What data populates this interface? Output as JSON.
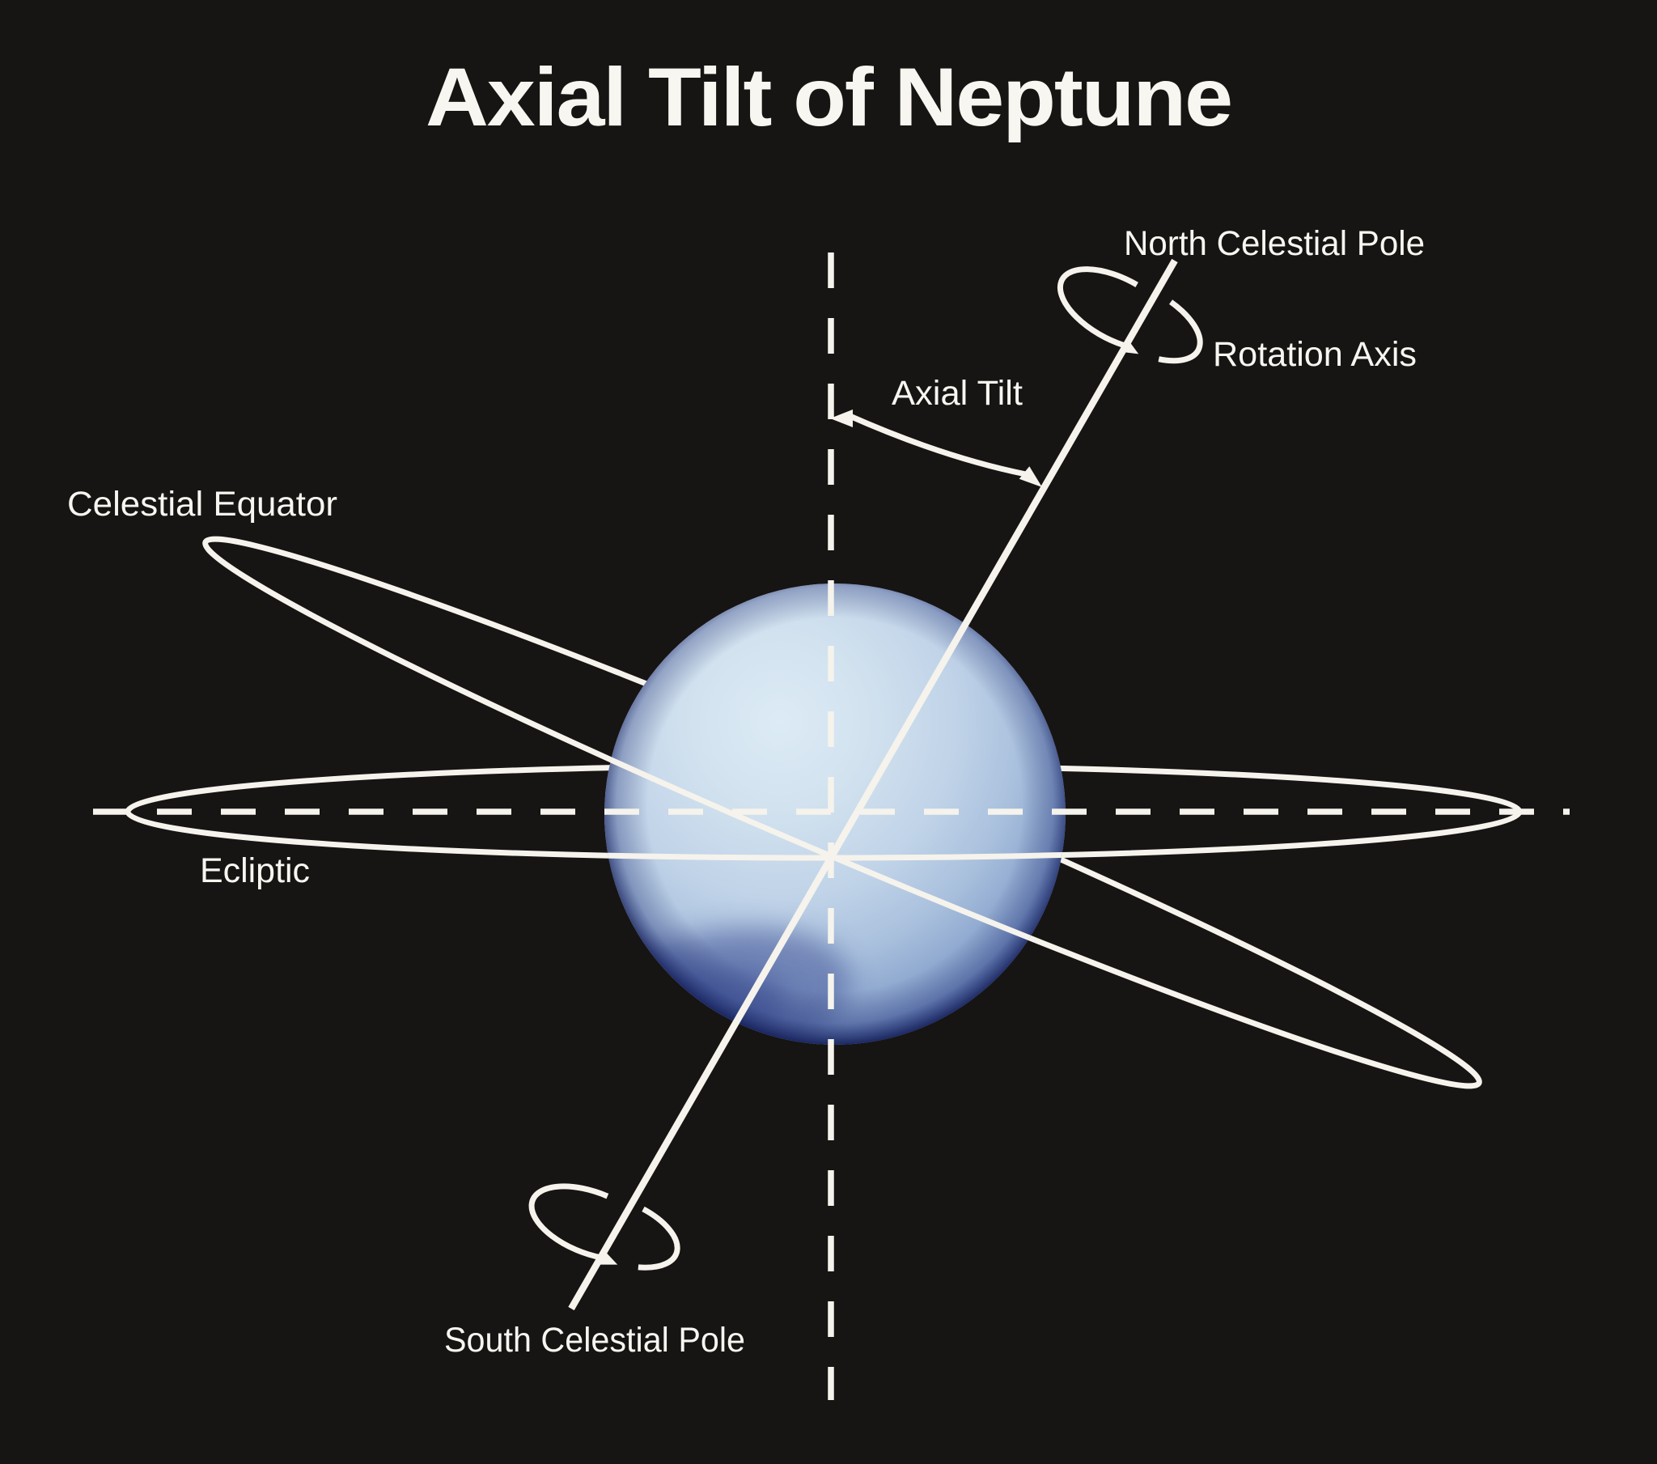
{
  "title": "Axial Tilt of Neptune",
  "diagram": {
    "labels": {
      "north_celestial_pole": "North Celestial Pole",
      "rotation_axis": "Rotation Axis",
      "axial_tilt": "Axial Tilt",
      "celestial_equator": "Celestial Equator",
      "ecliptic": "Ecliptic",
      "south_celestial_pole": "South Celestial Pole"
    },
    "elements": {
      "planet": "Neptune",
      "axial_tilt_angle_depicted_deg": 30,
      "rotation_direction": "counterclockwise"
    }
  },
  "colors": {
    "background": "#171414",
    "line": "#f5f3ec",
    "text": "#f8f6f0",
    "planet_light": "#dcebf5",
    "planet_mid": "#a9c0dd",
    "planet_dark": "#42549a",
    "planet_rim": "#1c2a6e",
    "dark_spot": "#4d5f9e",
    "swirl_teal": "#a8cdd3"
  }
}
